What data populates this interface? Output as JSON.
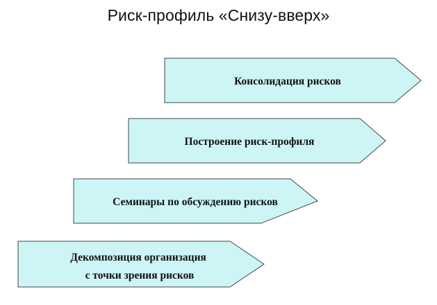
{
  "title": "Риск-профиль «Снизу-вверх»",
  "fill_color": "#cdf5f5",
  "stroke_color": "#444444",
  "steps": [
    {
      "lines": [
        "Консолидация рисков"
      ]
    },
    {
      "lines": [
        "Построение риск-профиля"
      ]
    },
    {
      "lines": [
        "Семинары по обсуждению рисков"
      ]
    },
    {
      "lines": [
        "Декомпозиция организация",
        "с точки зрения рисков"
      ]
    }
  ]
}
